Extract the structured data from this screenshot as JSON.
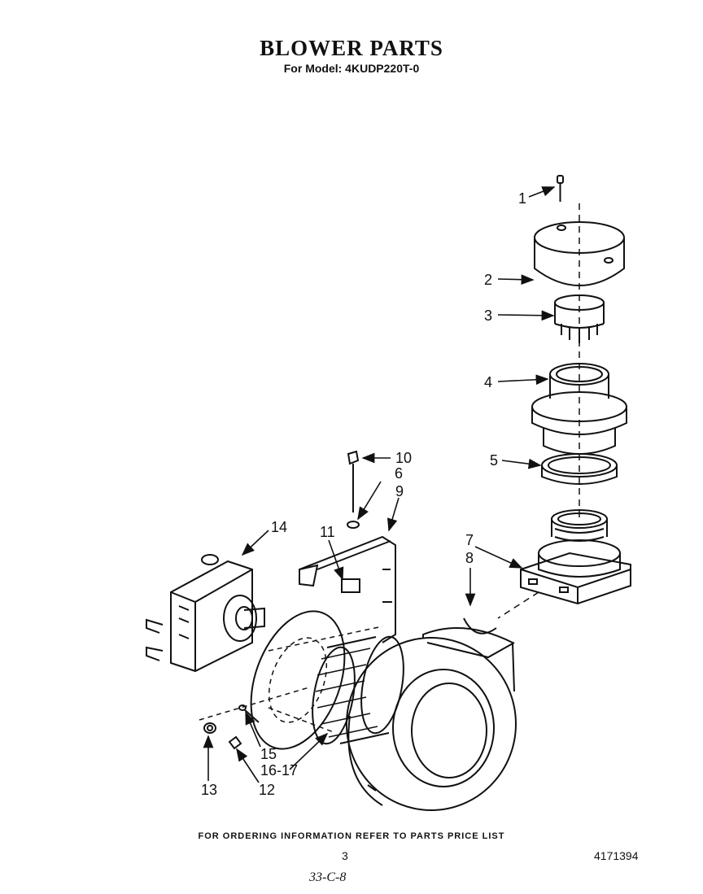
{
  "header": {
    "title": "BLOWER PARTS",
    "model": "For Model: 4KUDP220T-0"
  },
  "callouts": {
    "c1": "1",
    "c2": "2",
    "c3": "3",
    "c4": "4",
    "c5": "5",
    "c6": "6",
    "c7": "7",
    "c8": "8",
    "c9": "9",
    "c10": "10",
    "c11": "11",
    "c12": "12",
    "c13": "13",
    "c14": "14",
    "c15": "15",
    "c1617": "16-17"
  },
  "footer": {
    "ordering_note": "FOR ORDERING INFORMATION REFER TO PARTS PRICE LIST",
    "page_number": "3",
    "document_number": "4171394",
    "handwritten_code": "33-C-8"
  }
}
